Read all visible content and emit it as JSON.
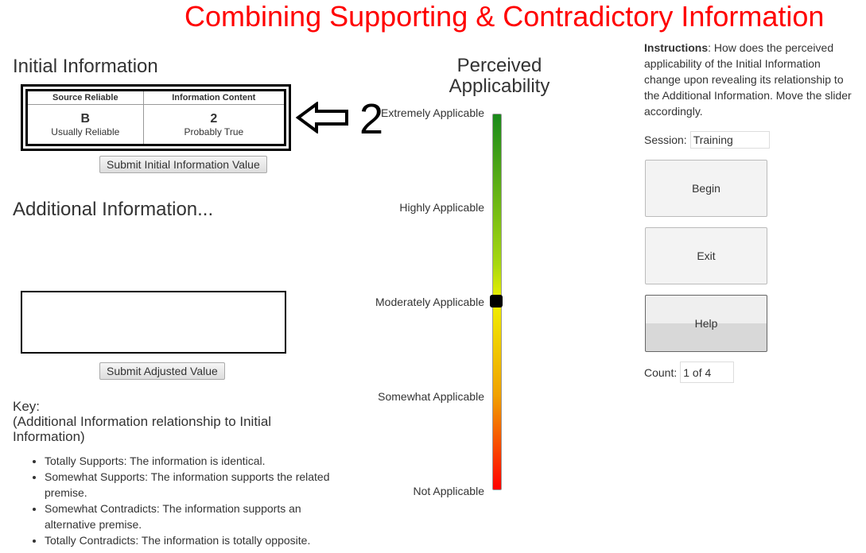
{
  "title": "Combining Supporting & Contradictory Information",
  "initial": {
    "heading": "Initial Information",
    "col1": "Source Reliable",
    "col2": "Information Content",
    "val1": "B",
    "desc1": "Usually Reliable",
    "val2": "2",
    "desc2": "Probably True",
    "annotation": "2",
    "submit": "Submit Initial Information Value"
  },
  "additional": {
    "heading": "Additional Information...",
    "submit": "Submit Adjusted Value"
  },
  "key": {
    "heading": "Key:",
    "subheading": "(Additional Information relationship to Initial Information)",
    "items": [
      "Totally Supports: The information is identical.",
      "Somewhat Supports: The information supports the related premise.",
      "Somewhat Contradicts: The information supports an alternative premise.",
      "Totally Contradicts: The information is totally opposite."
    ]
  },
  "slider": {
    "heading": "Perceived Applicability",
    "labels": [
      "Extremely Applicable",
      "Highly Applicable",
      "Moderately Applicable",
      "Somewhat Applicable",
      "Not Applicable"
    ],
    "value": 0.5
  },
  "instructions": {
    "bold": "Instructions",
    "text": ": How does the perceived applicability of the Initial Information change upon revealing its relationship to the Additional Information. Move the slider accordingly."
  },
  "session": {
    "label": "Session:",
    "value": "Training"
  },
  "buttons": {
    "begin": "Begin",
    "exit": "Exit",
    "help": "Help"
  },
  "count": {
    "label": "Count:",
    "value": "1 of 4"
  }
}
